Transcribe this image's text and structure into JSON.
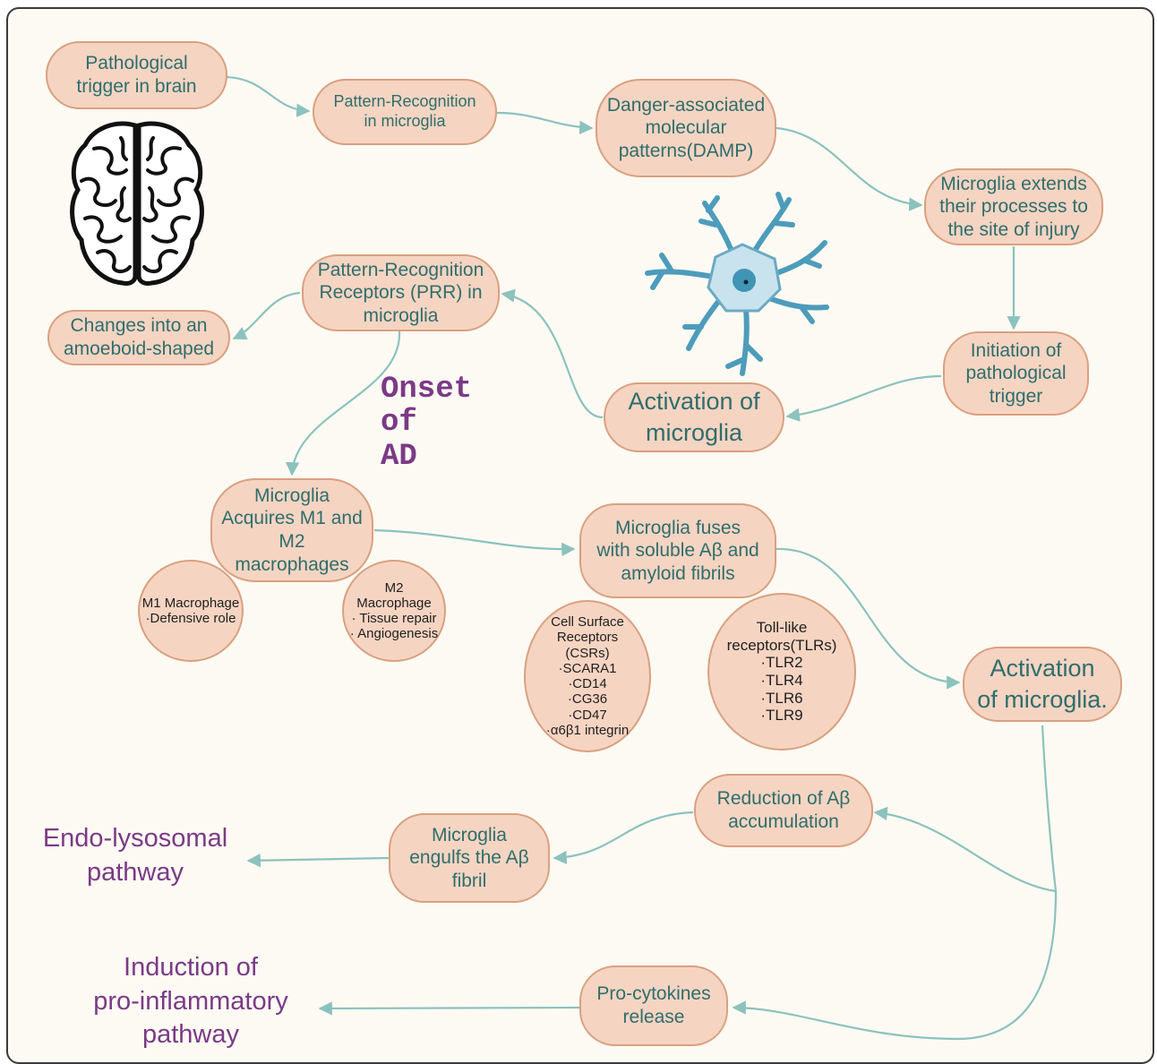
{
  "colors": {
    "node_fill": "#f6d4c2",
    "node_border": "#d9a07f",
    "node_text": "#2e6e6c",
    "arrow": "#8cc2bd",
    "outcome_text": "#7b3a86"
  },
  "icons": [
    "brain-icon",
    "microglia-cell-icon"
  ],
  "nodes": {
    "pathological_trigger": "Pathological\ntrigger in brain",
    "pattern_recognition": "Pattern-Recognition\nin microglia",
    "damp": "Danger-associated\nmolecular\npatterns(DAMP)",
    "extends_processes": "Microglia extends\ntheir processes to\nthe site of injury",
    "initiation": "Initiation of\npathological\ntrigger",
    "activation_1": "Activation of\nmicroglia",
    "prr": "Pattern-Recognition\nReceptors (PRR) in\nmicroglia",
    "amoeboid": "Changes into an\namoeboid-shaped",
    "m1_m2": "Microglia\nAcquires M1 and\nM2\nmacrophages",
    "m1": "M1 Macrophage\n·Defensive role",
    "m2": "M2\nMacrophage\n· Tissue repair\n· Angiogenesis",
    "fuses": "Microglia fuses\nwith soluble Aβ and\namyloid fibrils",
    "csr": "Cell Surface\nReceptors\n(CSRs)\n·SCARA1\n·CD14\n·CG36\n·CD47\n·α6β1 integrin",
    "tlr": "Toll-like\nreceptors(TLRs)\n·TLR2\n·TLR4\n·TLR6\n·TLR9",
    "activation_2": "Activation\nof microglia.",
    "reduction": "Reduction of Aβ\naccumulation",
    "engulfs": "Microglia\nengulfs the Aβ\nfibril",
    "cytokines": "Pro-cytokines\nrelease"
  },
  "onset": "Onset\nof\nAD",
  "outcomes": {
    "endo_lysosomal": "Endo-lysosomal\npathway",
    "pro_inflammatory": "Induction of\npro-inflammatory\npathway"
  }
}
